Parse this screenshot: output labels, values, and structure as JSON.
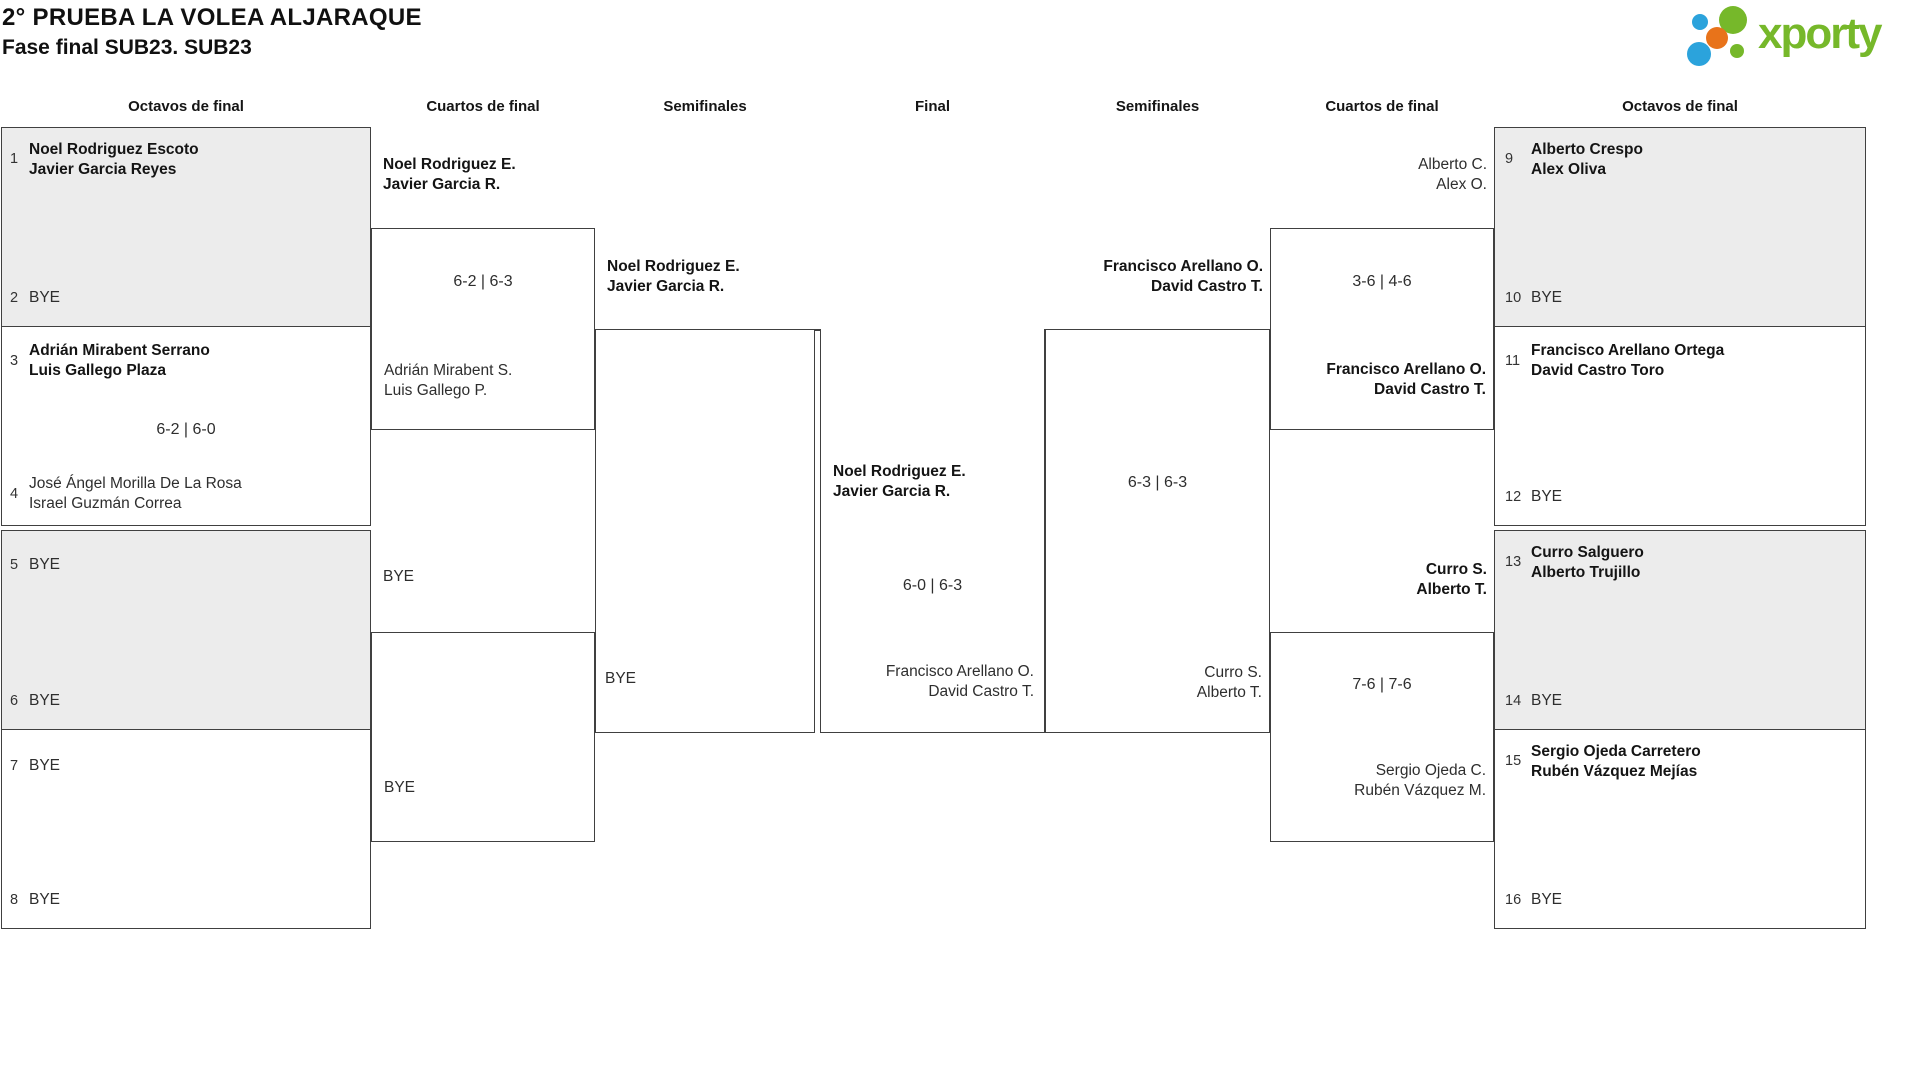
{
  "header": {
    "title": "2° PRUEBA LA VOLEA ALJARAQUE",
    "subtitle": "Fase final SUB23. SUB23"
  },
  "logo": {
    "brand": "xporty",
    "colors": {
      "green": "#76b82a",
      "blue": "#2ba3dc",
      "orange": "#e8731a"
    }
  },
  "colors": {
    "box_fill": "#ececec",
    "line": "#404040"
  },
  "round_labels": [
    "Octavos de final",
    "Cuartos de final",
    "Semifinales",
    "Final",
    "Semifinales",
    "Cuartos de final",
    "Octavos de final"
  ],
  "bracket": {
    "r16_left": [
      {
        "seed_a": "1",
        "a_line1": "Noel Rodriguez Escoto",
        "a_line2": "Javier Garcia Reyes",
        "seed_b": "2",
        "b_line1": "BYE"
      },
      {
        "seed_a": "3",
        "a_line1": "Adrián Mirabent Serrano",
        "a_line2": "Luis Gallego Plaza",
        "score": "6-2 | 6-0",
        "seed_b": "4",
        "b_line1": "José Ángel Morilla De La Rosa",
        "b_line2": "Israel Guzmán Correa"
      },
      {
        "seed_a": "5",
        "a_line1": "BYE",
        "seed_b": "6",
        "b_line1": "BYE"
      },
      {
        "seed_a": "7",
        "a_line1": "BYE",
        "seed_b": "8",
        "b_line1": "BYE"
      }
    ],
    "r16_right": [
      {
        "seed_a": "9",
        "a_line1": "Alberto Crespo",
        "a_line2": "Alex Oliva",
        "seed_b": "10",
        "b_line1": "BYE"
      },
      {
        "seed_a": "11",
        "a_line1": "Francisco Arellano Ortega",
        "a_line2": "David Castro Toro",
        "seed_b": "12",
        "b_line1": "BYE"
      },
      {
        "seed_a": "13",
        "a_line1": "Curro Salguero",
        "a_line2": "Alberto Trujillo",
        "seed_b": "14",
        "b_line1": "BYE"
      },
      {
        "seed_a": "15",
        "a_line1": "Sergio Ojeda Carretero",
        "a_line2": "Rubén Vázquez Mejías",
        "seed_b": "16",
        "b_line1": "BYE"
      }
    ],
    "qf_left": [
      {
        "p1_line1": "Noel Rodriguez E.",
        "p1_line2": "Javier Garcia R.",
        "score": "6-2 | 6-3",
        "p2_line1": "Adrián Mirabent S.",
        "p2_line2": "Luis Gallego P."
      },
      {
        "p1_line1": "BYE",
        "p2_line1": "BYE"
      }
    ],
    "qf_right": [
      {
        "p1_line1": "Alberto C.",
        "p1_line2": "Alex O.",
        "score": "3-6 | 4-6",
        "p2_line1": "Francisco Arellano O.",
        "p2_line2": "David Castro T."
      },
      {
        "p1_line1": "Curro S.",
        "p1_line2": "Alberto T.",
        "score": "7-6 | 7-6",
        "p2_line1": "Sergio Ojeda C.",
        "p2_line2": "Rubén Vázquez M."
      }
    ],
    "sf_left": {
      "p1_line1": "Noel Rodriguez E.",
      "p1_line2": "Javier Garcia R.",
      "p2_line1": "BYE"
    },
    "sf_right": {
      "p1_line1": "Francisco Arellano O.",
      "p1_line2": "David Castro T.",
      "score": "6-3 | 6-3",
      "p2_line1": "Curro S.",
      "p2_line2": "Alberto T."
    },
    "final": {
      "p1_line1": "Noel Rodriguez E.",
      "p1_line2": "Javier Garcia R.",
      "score": "6-0 | 6-3",
      "p2_line1": "Francisco Arellano O.",
      "p2_line2": "David Castro T."
    }
  }
}
